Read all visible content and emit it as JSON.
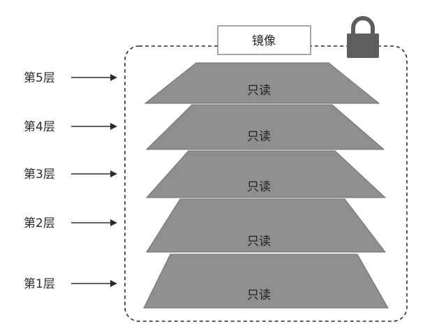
{
  "title": "镜像",
  "icon": "lock-icon",
  "colors": {
    "layer_fill": "#8f8f8f",
    "layer_stroke": "#6e6e6e",
    "lock_body": "#5e5e5e",
    "frame_stroke": "#2b2b2b"
  },
  "layers": [
    {
      "label": "第5层",
      "text": "只读"
    },
    {
      "label": "第4层",
      "text": "只读"
    },
    {
      "label": "第3层",
      "text": "只读"
    },
    {
      "label": "第2层",
      "text": "只读"
    },
    {
      "label": "第1层",
      "text": "只读"
    }
  ]
}
